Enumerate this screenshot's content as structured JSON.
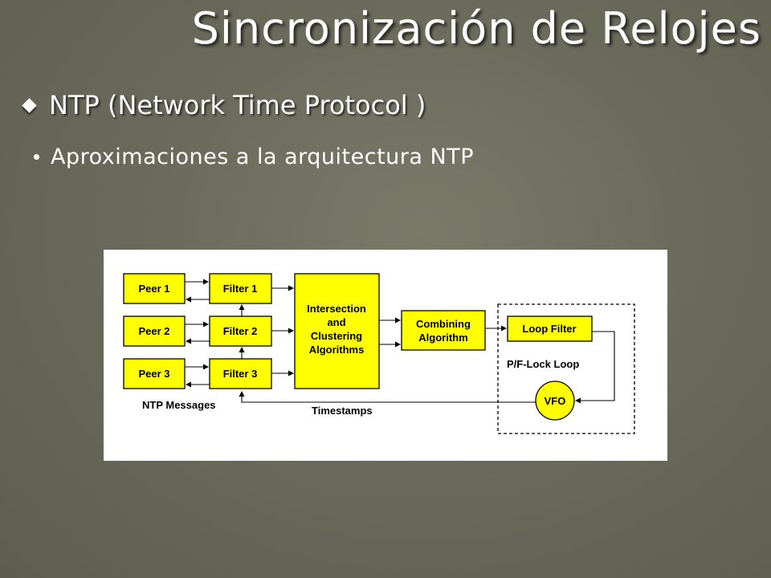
{
  "slide": {
    "title": "Sincronización de Relojes",
    "bullet_level1": "NTP (Network Time Protocol )",
    "bullet_level2": "Aproximaciones a la arquitectura NTP"
  },
  "diagram": {
    "peers": [
      "Peer 1",
      "Peer 2",
      "Peer 3"
    ],
    "filters": [
      "Filter 1",
      "Filter 2",
      "Filter 3"
    ],
    "intersection": [
      "Intersection",
      "and",
      "Clustering",
      "Algorithms"
    ],
    "combining": [
      "Combining",
      "Algorithm"
    ],
    "loop_filter": "Loop Filter",
    "loop_label": "P/F-Lock Loop",
    "vfo": "VFO",
    "ntp_messages": "NTP Messages",
    "timestamps": "Timestamps",
    "colors": {
      "box_fill": "#ffff00",
      "stroke": "#000000"
    }
  }
}
